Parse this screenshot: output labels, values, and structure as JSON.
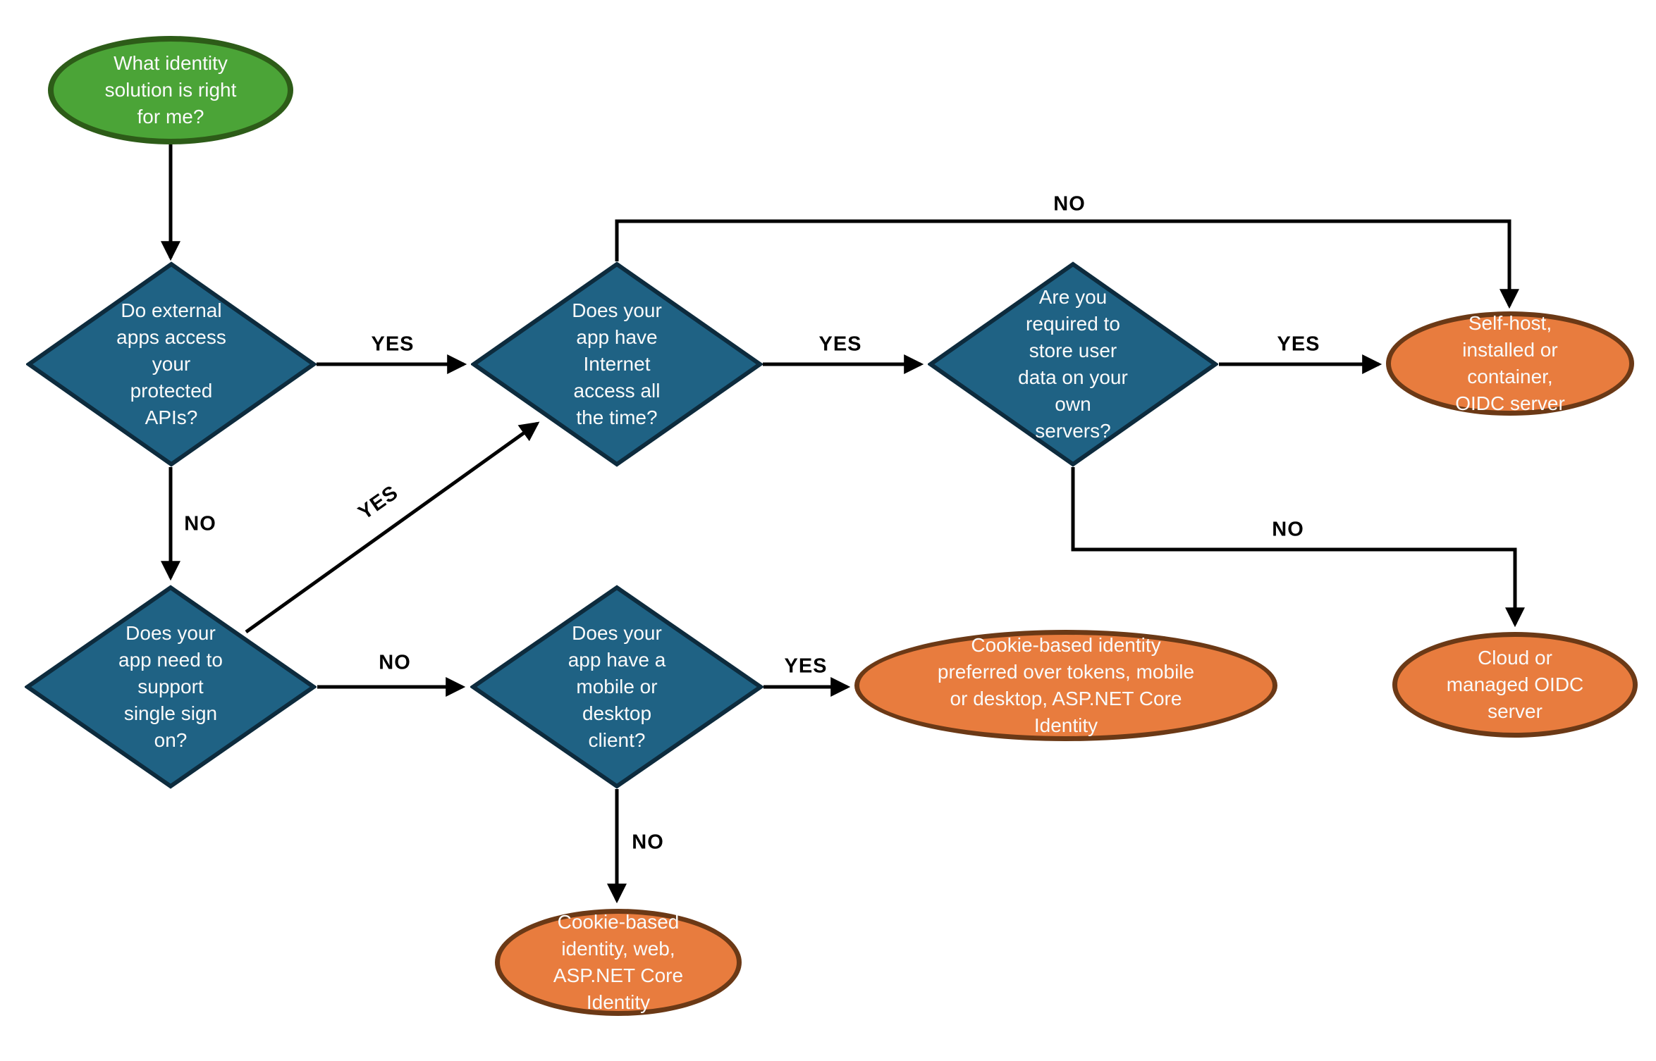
{
  "diagram": {
    "type": "flowchart",
    "background": "#ffffff",
    "colors": {
      "start_fill": "#4ba437",
      "start_border": "#2d5c18",
      "decision_fill": "#1f6284",
      "decision_border": "#0d2b3d",
      "result_fill": "#e87c3e",
      "result_border": "#6b3916",
      "node_text": "#fafafa",
      "edge_label": "#000000",
      "line": "#000000"
    }
  },
  "nodes": {
    "start": {
      "type": "start",
      "label": "What identity\nsolution is right\nfor me?"
    },
    "external_apis": {
      "type": "decision",
      "label": "Do external\napps access\nyour\nprotected\nAPIs?"
    },
    "internet_access": {
      "type": "decision",
      "label": "Does your\napp have\nInternet\naccess all\nthe time?"
    },
    "store_user_data": {
      "type": "decision",
      "label": "Are you\nrequired to\nstore user\ndata on your\nown\nservers?"
    },
    "self_host": {
      "type": "result",
      "label": "Self-host,\ninstalled or\ncontainer,\nOIDC server"
    },
    "single_sign_on": {
      "type": "decision",
      "label": "Does your\napp need to\nsupport\nsingle sign\non?"
    },
    "mobile_desktop": {
      "type": "decision",
      "label": "Does your\napp have a\nmobile or\ndesktop\nclient?"
    },
    "cookie_mobile": {
      "type": "result",
      "label": "Cookie-based identity\npreferred over tokens, mobile\nor desktop, ASP.NET Core\nIdentity"
    },
    "cloud_oidc": {
      "type": "result",
      "label": "Cloud or\nmanaged OIDC\nserver"
    },
    "cookie_web": {
      "type": "result",
      "label": "Cookie-based\nidentity, web,\nASP.NET Core\nIdentity"
    }
  },
  "edges": [
    {
      "from": "start",
      "to": "external_apis",
      "label": ""
    },
    {
      "from": "external_apis",
      "to": "internet_access",
      "label": "YES"
    },
    {
      "from": "external_apis",
      "to": "single_sign_on",
      "label": "NO"
    },
    {
      "from": "single_sign_on",
      "to": "internet_access",
      "label": "YES"
    },
    {
      "from": "internet_access",
      "to": "store_user_data",
      "label": "YES"
    },
    {
      "from": "internet_access",
      "to": "self_host",
      "label": "NO"
    },
    {
      "from": "store_user_data",
      "to": "self_host",
      "label": "YES"
    },
    {
      "from": "store_user_data",
      "to": "cloud_oidc",
      "label": "NO"
    },
    {
      "from": "single_sign_on",
      "to": "mobile_desktop",
      "label": "NO"
    },
    {
      "from": "mobile_desktop",
      "to": "cookie_mobile",
      "label": "YES"
    },
    {
      "from": "mobile_desktop",
      "to": "cookie_web",
      "label": "NO"
    }
  ],
  "edge_labels": {
    "e2": "YES",
    "e3": "NO",
    "e4": "YES",
    "e5": "YES",
    "e6": "NO",
    "e7": "YES",
    "e8": "NO",
    "e9": "NO",
    "e10": "YES",
    "e11": "NO"
  }
}
